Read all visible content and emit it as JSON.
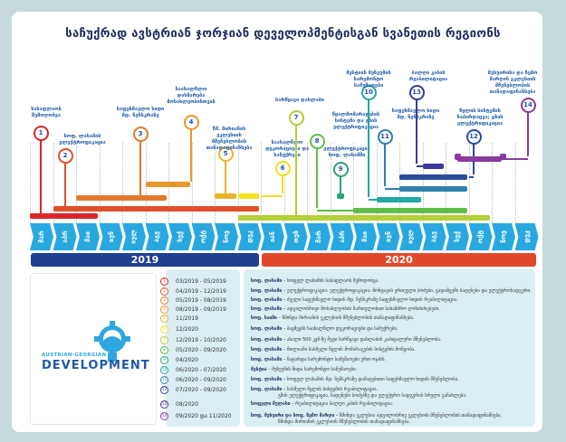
{
  "title": "საჩუქრად ავსტრიან ჯორჯიან დეველოპმენტისგან სვანეთის რეგიონს",
  "months": [
    "მარ",
    "აპრ",
    "მაი",
    "ივნ",
    "ივლ",
    "აგვ",
    "სექ",
    "ოქტ",
    "ნოე",
    "დეკ",
    "იან",
    "თებ",
    "მარ",
    "აპრ",
    "მაი",
    "ივნ",
    "ივლ",
    "აგვ",
    "სექ",
    "ოქტ",
    "ნოე",
    "დეკ"
  ],
  "years": [
    {
      "label": "2019",
      "color": "#1f3f8f",
      "start": 0,
      "end": 10
    },
    {
      "label": "2020",
      "color": "#e04a2a",
      "start": 10,
      "end": 22
    }
  ],
  "logo": {
    "line1": "AUSTRIAN-GEORGIAN",
    "line2": "DEVELOPMENT"
  },
  "projects": [
    {
      "n": "1",
      "color": "#d9262b",
      "label": "სასაფლაოს შემოღობვა",
      "dates": "03/2019 - 05/2019",
      "place": "სოფ. ლახამი",
      "desc": "სოფელ ლახამის სასაფლაოს შემოღობვა.",
      "start": 0,
      "end": 3
    },
    {
      "n": "2",
      "color": "#e1502a",
      "label": "სოფ. ლახამის ელექტროფიკაცია",
      "dates": "04/2019 - 12/2019",
      "place": "სოფ. ლახამი",
      "desc": "ელექტროფიკაცია: ელექტროფიკაცია: მონტაჟის ერთეული ბოძები, გადამცემი სადენები და ელექტროსადგური.",
      "start": 1,
      "end": 10
    },
    {
      "n": "3",
      "color": "#e27a2c",
      "label": "საფეხმავლო ხიდი მდ. ნენსკრაზე",
      "dates": "05/2019 - 08/2019",
      "place": "სოფ. ლახამი",
      "desc": "ძველი საფეხმავლო ხიდის მდ. ნენსკრაზე საფეხმავლო ხიდის რეაბილიტაცია.",
      "start": 2,
      "end": 6
    },
    {
      "n": "4",
      "color": "#e9962a",
      "label": "საახალწლო დახმარება მოსახლეობისთვის",
      "dates": "08/2019 - 09/2019",
      "place": "სოფ. ლახამი",
      "desc": "ადგილობრივი მოსახლეობის ჩართულობით სახანძრო ღონისძიებები.",
      "start": 5,
      "end": 7
    },
    {
      "n": "5",
      "color": "#eab42a",
      "label": "წმ. მირიანის ეკლესიის მშენებლობის თანადაფინანსება",
      "dates": "11/2019",
      "place": "სოფ. ხაიში",
      "desc": "წმინდა მირიანის ეკლესიის მშენებლობის თანადაფინანსება.",
      "start": 8,
      "end": 9
    },
    {
      "n": "6",
      "color": "#f1e21f",
      "label": "საახალწლო დეკორაციები და საჩუქრები",
      "dates": "12/2020",
      "place": "სოფ. ლახამი",
      "desc": "ბავშვებს საახალწლო დეკორაციები და საჩუქრები.",
      "start": 9,
      "end": 10
    },
    {
      "n": "7",
      "color": "#b5cf38",
      "label": "სარწყავი დახლაბი",
      "dates": "12/2019 - 10/2020",
      "place": "სოფ. ლახამი",
      "desc": "ახალი 500 კვმ-ზე მეტი სარწყავი დახლაბის კაპიტალური მშენებლობა.",
      "start": 9,
      "end": 20
    },
    {
      "n": "8",
      "color": "#5fbf48",
      "label": "წყალმომარაგების სისტემა და გზის ელექტრიფიკაცია",
      "dates": "05/2020 - 09/2020",
      "place": "სოფ. ლახამი",
      "desc": "მთლიანი სასმელი წყლის მომარაგების სისტემის მოწყობა.",
      "start": 14,
      "end": 19
    },
    {
      "n": "9",
      "color": "#27a37c",
      "label": "ელექტროფიკაცია სოფ. ლახამში",
      "dates": "04/2020",
      "place": "სოფ. ლახამი",
      "desc": "ჩატარდა სარემონტო სამუშაოები ერთ ოჯახს.",
      "start": 13.5,
      "end": 13.5
    },
    {
      "n": "10",
      "color": "#22a7a5",
      "label": "მესტიის მუზეუმის სარემონტო სამუშაოები",
      "dates": "06/2020 - 07/2020",
      "place": "მესტია",
      "desc": "მუზეუმის შიდა სარემონტო სამუშაოები.",
      "start": 15,
      "end": 17
    },
    {
      "n": "11",
      "color": "#2f7fad",
      "label": "საფეხმავლო ხიდი მდ. ნენსკრაზე",
      "dates": "06/2020 - 09/2020",
      "place": "სოფ. ლახამი",
      "desc": "სოფელ ლახამის მდ. ნენსკრაზე დამატებითი საფეხმავლო ხიდის მშენებლობა.",
      "start": 16,
      "end": 19
    },
    {
      "n": "12",
      "color": "#2c4c9c",
      "label": "წყლის სისტემის ნაპირდაცვა; გზის ელექტრიფიკაცია",
      "dates": "07/2020 - 09/2020",
      "place": "სოფ. ლახამი",
      "desc": "სასმელი წყლის სისტემის რეაბილიტაცია.",
      "desc2": "გზის ელექტრიფიკაცია, სადენები ბოძებზე და ელექტრო სადგურის სრული განახლება.",
      "start": 16,
      "end": 19
    },
    {
      "n": "13",
      "color": "#3b3a94",
      "label": "ბალღი კაბის რეაბილიტაცია",
      "dates": "08/2020",
      "place": "სოფელი მულახი",
      "desc": "რეაბილიტაცია ბალღი კაბის რეაბილიტაცია.",
      "start": 17,
      "end": 18
    },
    {
      "n": "14",
      "color": "#8a3b9e",
      "label": "მუხუირისა და ზემო მარღის ეკლესიის მშენებლობის თანადაფინანსება",
      "dates": "09/2020 და 11/2020",
      "place": "სოფ. მუხუირი და სოფ. ზემო მარღი",
      "desc": "წმინდა ეკლესია ადგილობრივ ეკლესიის მშენებლობის თანადაფინანსება.",
      "desc2": "წმინდა მირიანის ეკლესიის მშენებლობის თანადაფინანსება.",
      "start": 18.5,
      "end": 20.5
    }
  ]
}
